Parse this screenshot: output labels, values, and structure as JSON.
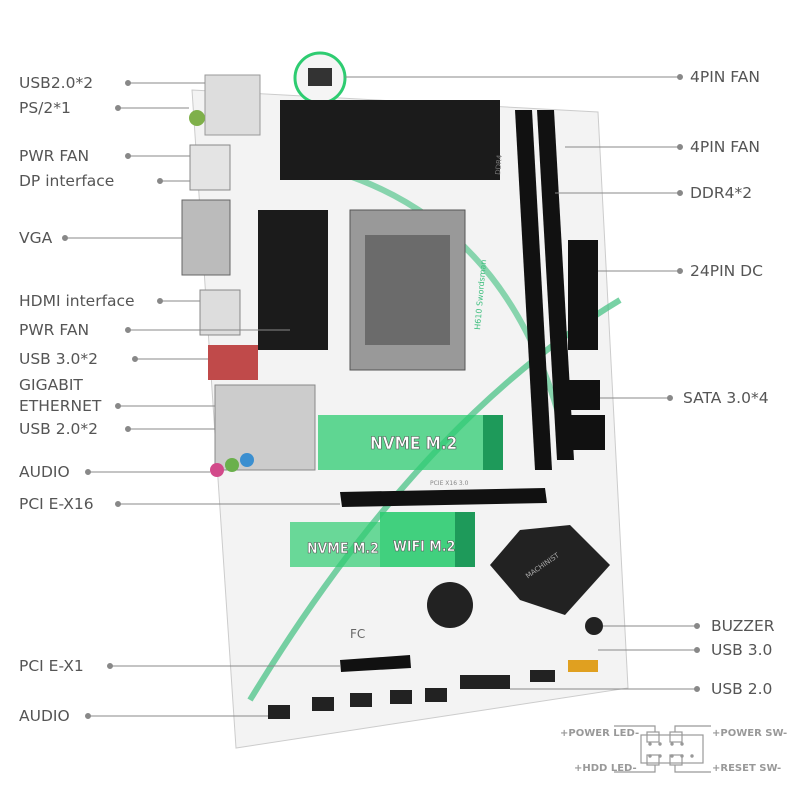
{
  "left_labels": [
    "USB2.0*2",
    "PS/2*1",
    "PWR FAN",
    "DP interface",
    "VGA",
    "HDMI interface",
    "PWR FAN",
    "USB 3.0*2",
    "GIGABIT",
    "ETHERNET",
    "USB 2.0*2",
    "AUDIO",
    "PCI E-X16",
    "PCI E-X1",
    "AUDIO"
  ],
  "right_labels": [
    "4PIN FAN",
    "4PIN FAN",
    "DDR4*2",
    "24PIN DC",
    "SATA 3.0*4",
    "BUZZER",
    "USB 3.0",
    "USB 2.0"
  ],
  "board": {
    "nvme_top": "NVME M.2",
    "nvme_bottom": "NVME M.2",
    "wifi": "WIFI M.2",
    "model": "H610 Swordsman",
    "ddr": "DDR4",
    "pcie": "PCIE X16 3.0",
    "brand": "MACHINIST",
    "fc": "FC"
  },
  "front_panel": {
    "power_led": "+POWER LED-",
    "power_sw": "+POWER SW-",
    "hdd_led": "+HDD LED-",
    "reset_sw": "+RESET SW-"
  },
  "colors": {
    "accent": "#2ecc71",
    "text": "#555555",
    "board": "#f2f2f2",
    "heatsink": "#1a1a1a"
  }
}
